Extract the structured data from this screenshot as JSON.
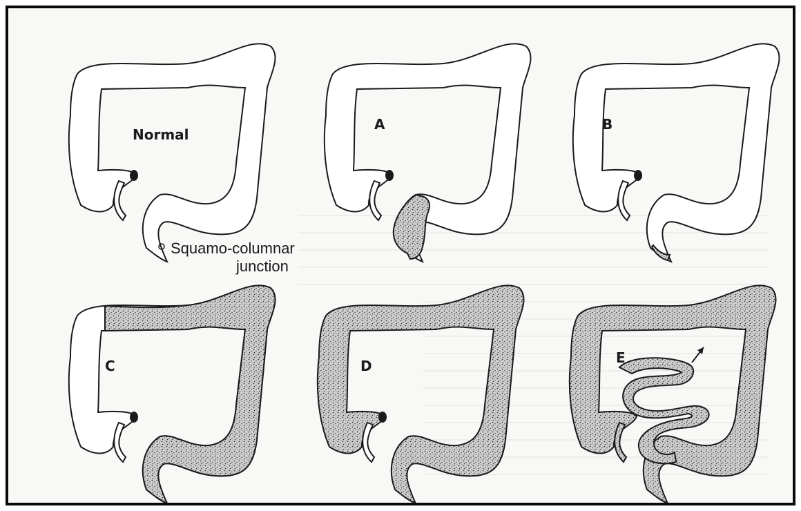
{
  "figure": {
    "panels": [
      {
        "id": "normal",
        "label": "Normal",
        "involvement": "none"
      },
      {
        "id": "a",
        "label": "A",
        "involvement": "rectosigmoid"
      },
      {
        "id": "b",
        "label": "B",
        "involvement": "distal rectum"
      },
      {
        "id": "c",
        "label": "C",
        "involvement": "left colon and transverse"
      },
      {
        "id": "d",
        "label": "D",
        "involvement": "entire colon"
      },
      {
        "id": "e",
        "label": "E",
        "involvement": "entire colon and small bowel"
      }
    ],
    "legend": {
      "line1": "Squamo-columnar",
      "line2": "junction"
    },
    "colors": {
      "outline": "#1a1a1a",
      "stipple": "#555555",
      "background": "#f8f8f6",
      "frame": "#0a0a0a"
    }
  }
}
